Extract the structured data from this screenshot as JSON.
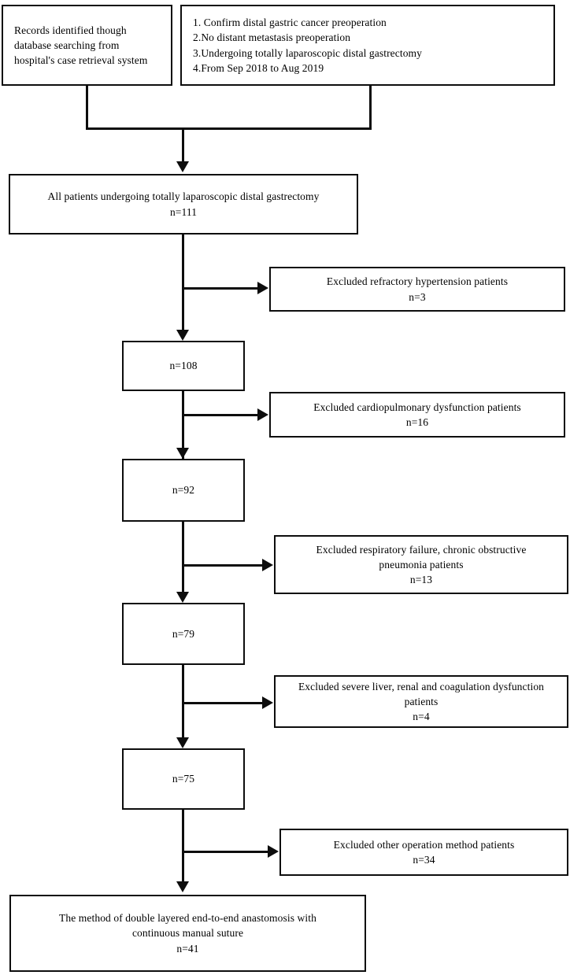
{
  "chart_data": {
    "type": "table",
    "title": "Patient selection flow diagram",
    "nodes": [
      {
        "id": "records-source",
        "lines": [
          "Records identified though",
          "database searching from",
          "hospital's case retrieval system"
        ]
      },
      {
        "id": "inclusion-criteria",
        "lines": [
          "1. Confirm distal gastric cancer preoperation",
          "2.No distant metastasis preoperation",
          "3.Undergoing totally laparoscopic distal gastrectomy",
          "4.From Sep 2018 to Aug 2019"
        ]
      },
      {
        "id": "all-patients",
        "lines": [
          "All patients undergoing totally laparoscopic distal gastrectomy",
          "n=111"
        ],
        "n": 111
      },
      {
        "id": "excluded-hypertension",
        "lines": [
          "Excluded refractory hypertension patients",
          "n=3"
        ],
        "n": 3
      },
      {
        "id": "count-108",
        "lines": [
          "n=108"
        ],
        "n": 108
      },
      {
        "id": "excluded-cardiopulmonary",
        "lines": [
          "Excluded cardiopulmonary dysfunction patients",
          "n=16"
        ],
        "n": 16
      },
      {
        "id": "count-92",
        "lines": [
          "n=92"
        ],
        "n": 92
      },
      {
        "id": "excluded-respiratory",
        "lines": [
          "Excluded respiratory failure, chronic obstructive",
          "pneumonia patients",
          "n=13"
        ],
        "n": 13
      },
      {
        "id": "count-79",
        "lines": [
          "n=79"
        ],
        "n": 79
      },
      {
        "id": "excluded-liver-renal",
        "lines": [
          "Excluded severe liver, renal and coagulation dysfunction",
          "patients",
          "n=4"
        ],
        "n": 4
      },
      {
        "id": "count-75",
        "lines": [
          "n=75"
        ],
        "n": 75
      },
      {
        "id": "excluded-other-operation",
        "lines": [
          "Excluded other operation method patients",
          "n=34"
        ],
        "n": 34
      },
      {
        "id": "final-cohort",
        "lines": [
          "The method of double layered end-to-end anastomosis with",
          "continuous manual suture",
          "n=41"
        ],
        "n": 41
      }
    ],
    "line_color": "#0d0d0d",
    "background_color": "#ffffff"
  },
  "nodes": {
    "records_source": {
      "line1": "Records identified though",
      "line2": "database searching from",
      "line3": "hospital's case retrieval system"
    },
    "inclusion_criteria": {
      "line1": "1. Confirm distal gastric cancer preoperation",
      "line2": "2.No distant metastasis preoperation",
      "line3": "3.Undergoing totally laparoscopic distal gastrectomy",
      "line4": "4.From Sep 2018 to Aug 2019"
    },
    "all_patients": {
      "line1": "All patients undergoing totally laparoscopic distal gastrectomy",
      "line2": "n=111"
    },
    "excluded_hypertension": {
      "line1": "Excluded refractory hypertension patients",
      "line2": "n=3"
    },
    "count_108": {
      "line1": "n=108"
    },
    "excluded_cardiopulmonary": {
      "line1": "Excluded cardiopulmonary dysfunction patients",
      "line2": "n=16"
    },
    "count_92": {
      "line1": "n=92"
    },
    "excluded_respiratory": {
      "line1": "Excluded respiratory failure, chronic obstructive",
      "line2": "pneumonia patients",
      "line3": "n=13"
    },
    "count_79": {
      "line1": "n=79"
    },
    "excluded_liver_renal": {
      "line1": "Excluded severe liver, renal and coagulation dysfunction",
      "line2": "patients",
      "line3": "n=4"
    },
    "count_75": {
      "line1": "n=75"
    },
    "excluded_other_operation": {
      "line1": "Excluded other operation method patients",
      "line2": "n=34"
    },
    "final_cohort": {
      "line1": "The method of double layered end-to-end anastomosis with",
      "line2": "continuous manual suture",
      "line3": "n=41"
    }
  }
}
